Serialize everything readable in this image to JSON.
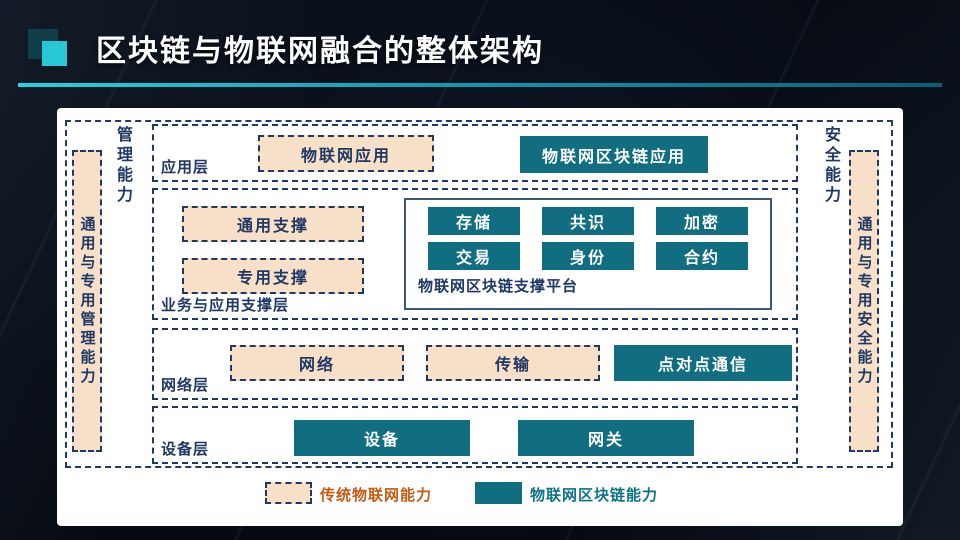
{
  "slide": {
    "title": "区块链与物联网融合的整体架构"
  },
  "rails": {
    "left": {
      "caption": "管理能力",
      "box": "通用与专用管理能力"
    },
    "right": {
      "caption": "安全能力",
      "box": "通用与专用安全能力"
    }
  },
  "layers": {
    "application": {
      "name": "应用层",
      "iot_app": "物联网应用",
      "blockchain_app": "物联网区块链应用"
    },
    "support": {
      "name": "业务与应用支撑层",
      "general": "通用支撑",
      "dedicated": "专用支撑",
      "platform": {
        "label": "物联网区块链支撑平台",
        "cells": [
          "存储",
          "共识",
          "加密",
          "交易",
          "身份",
          "合约"
        ]
      }
    },
    "network": {
      "name": "网络层",
      "network": "网络",
      "transport": "传输",
      "p2p": "点对点通信"
    },
    "device": {
      "name": "设备层",
      "device": "设备",
      "gateway": "网关"
    }
  },
  "legend": {
    "traditional": "传统物联网能力",
    "blockchain": "物联网区块链能力"
  },
  "colors": {
    "teal": "#116e80",
    "cream": "#f8dfc8",
    "navy": "#1f3864",
    "accent": "#29c6d6",
    "orange": "#c55a11",
    "legend-teal": "#0e7285"
  }
}
